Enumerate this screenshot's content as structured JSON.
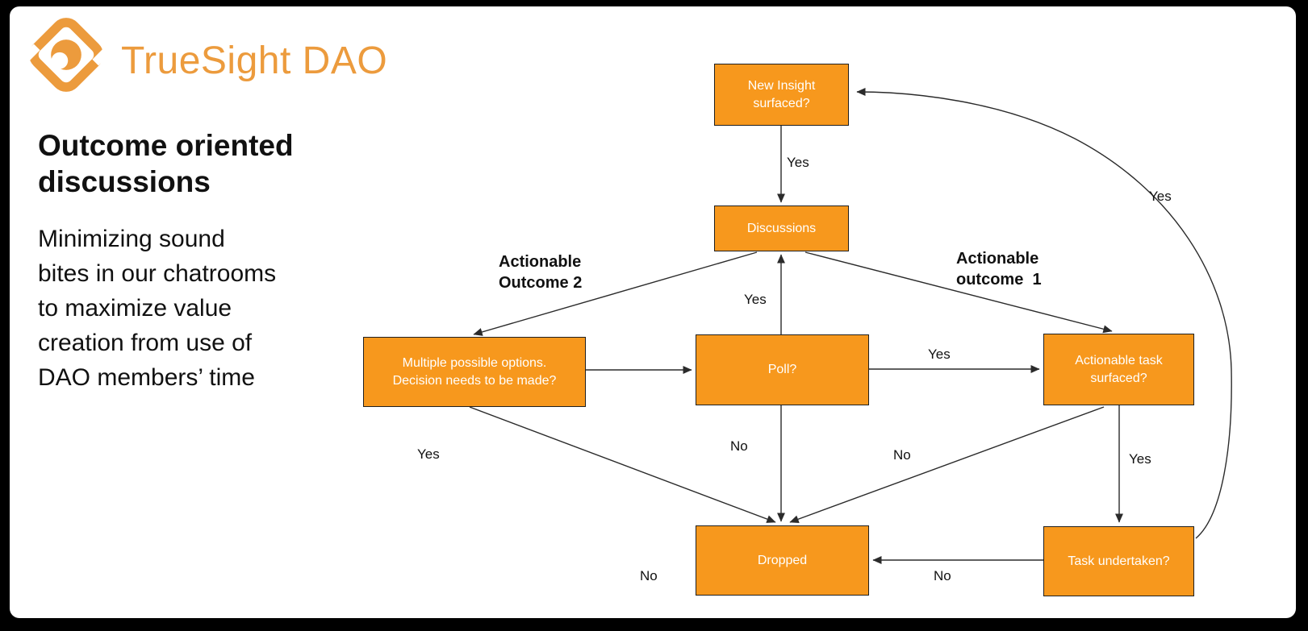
{
  "logo": {
    "text": "TrueSight DAO",
    "icon": "truesight-eye-icon"
  },
  "intro": {
    "title": "Outcome oriented\ndiscussions",
    "body": "Minimizing sound\nbites in our chatrooms\nto maximize value\ncreation from use of\nDAO members’ time"
  },
  "flowchart": {
    "nodes": [
      {
        "id": "new-insight",
        "label": "New Insight\nsurfaced?"
      },
      {
        "id": "discussions",
        "label": "Discussions"
      },
      {
        "id": "multiple-options",
        "label": "Multiple possible options.\nDecision needs to be made?"
      },
      {
        "id": "poll",
        "label": "Poll?"
      },
      {
        "id": "actionable-task",
        "label": "Actionable task\nsurfaced?"
      },
      {
        "id": "dropped",
        "label": "Dropped"
      },
      {
        "id": "task-undertaken",
        "label": "Task undertaken?"
      }
    ],
    "edges": [
      {
        "from": "new-insight",
        "to": "discussions",
        "label": "Yes"
      },
      {
        "from": "poll",
        "to": "discussions",
        "label": "Yes"
      },
      {
        "from": "discussions",
        "to": "multiple-options",
        "label": ""
      },
      {
        "from": "discussions",
        "to": "actionable-task",
        "label": ""
      },
      {
        "from": "multiple-options",
        "to": "poll",
        "label": ""
      },
      {
        "from": "poll",
        "to": "actionable-task",
        "label": "Yes"
      },
      {
        "from": "poll",
        "to": "dropped",
        "label": "No"
      },
      {
        "from": "multiple-options",
        "to": "dropped",
        "label": "Yes"
      },
      {
        "from": "actionable-task",
        "to": "dropped",
        "label": "No"
      },
      {
        "from": "actionable-task",
        "to": "task-undertaken",
        "label": "Yes"
      },
      {
        "from": "task-undertaken",
        "to": "dropped",
        "label": "No"
      },
      {
        "from": "task-undertaken",
        "to": "new-insight",
        "label": "Yes"
      }
    ],
    "stray_label": {
      "text": "No"
    },
    "annotations": [
      {
        "text": "Actionable\nOutcome 2"
      },
      {
        "text": "Actionable\noutcome  1"
      }
    ]
  },
  "colors": {
    "box_fill": "#F7981D",
    "box_border": "#1F1F1F",
    "box_text": "#FFFFFF",
    "logo_orange": "#EC9B3D",
    "connector_line": "#2B2B2B",
    "canvas_background": "#FFFFFF",
    "frame": "#000000"
  }
}
